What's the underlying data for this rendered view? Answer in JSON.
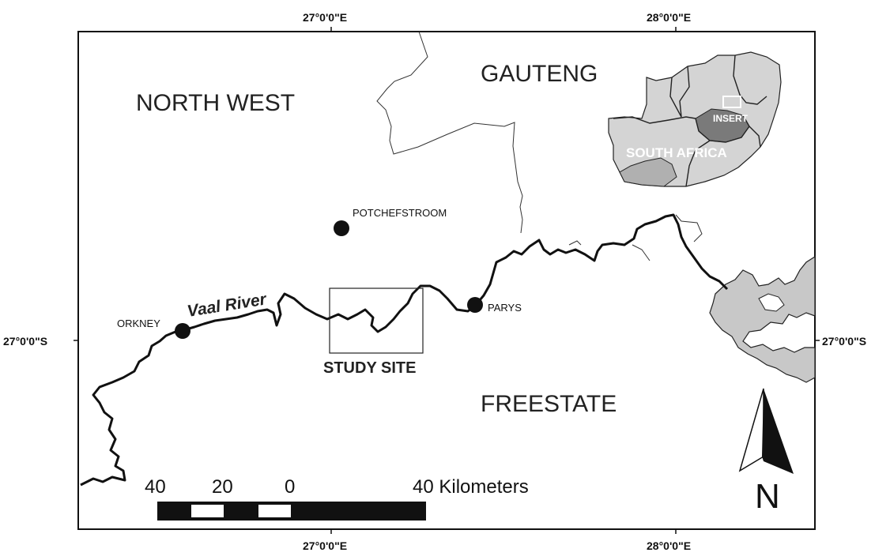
{
  "coordinates": {
    "top_left_lon": "27°0'0\"E",
    "top_right_lon": "28°0'0\"E",
    "bottom_left_lon": "27°0'0\"E",
    "bottom_right_lon": "28°0'0\"E",
    "left_lat": "27°0'0\"S",
    "right_lat": "27°0'0\"S"
  },
  "regions": {
    "north_west": "NORTH WEST",
    "gauteng": "GAUTENG",
    "freestate": "FREESTATE"
  },
  "towns": {
    "potchefstroom": "POTCHEFSTROOM",
    "parys": "PARYS",
    "orkney": "ORKNEY"
  },
  "river": {
    "name": "Vaal River"
  },
  "study_site": {
    "label": "STUDY SITE"
  },
  "scale_bar": {
    "label_40": "40",
    "label_20": "20",
    "label_0": "0",
    "label_end": "40 Kilometers"
  },
  "inset": {
    "country": "SOUTH AFRICA",
    "insert_label": "INSERT"
  },
  "north_arrow": {
    "letter": "N"
  },
  "colors": {
    "river": "#111111",
    "water_body": "#c8c8c8",
    "inset_light": "#d4d4d4",
    "inset_mid": "#b0b0b0",
    "inset_dark": "#7a7a7a"
  }
}
